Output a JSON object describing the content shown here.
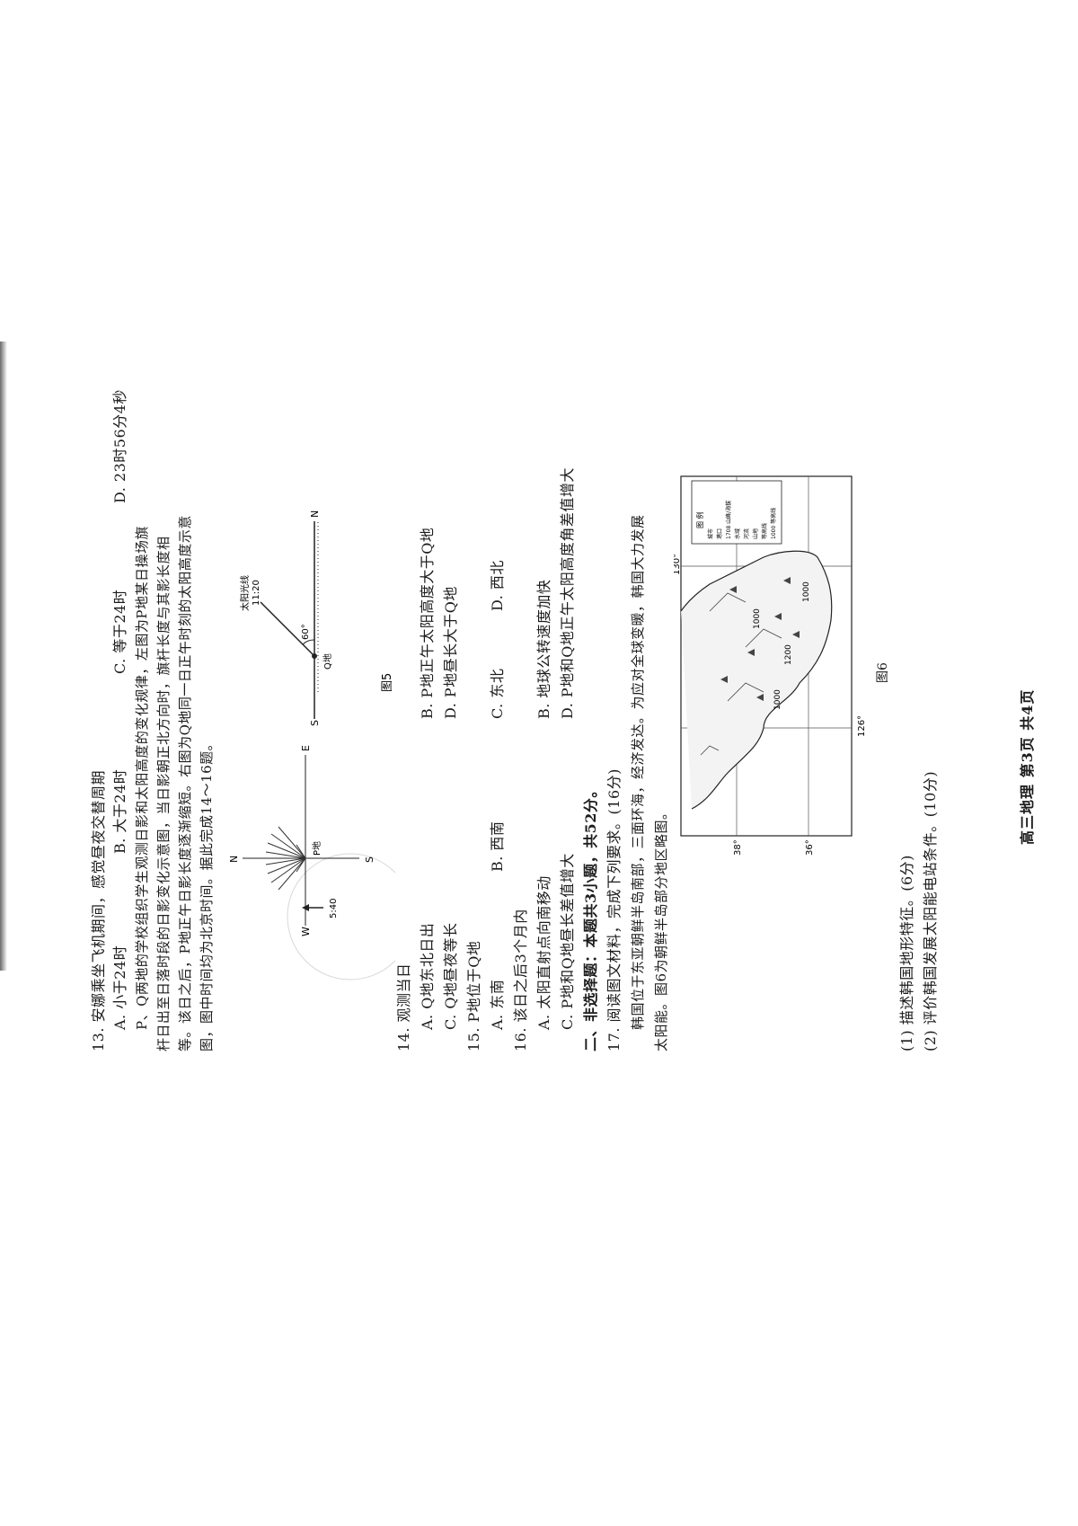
{
  "q13": {
    "stem": "13. 安娜乘坐飞机期间，感觉昼夜交替周期",
    "options": [
      "A. 小于24时",
      "B. 大于24时",
      "C. 等于24时",
      "D. 23时56分4秒"
    ]
  },
  "passage": {
    "line1": "P、Q两地的学校组织学生观测日影和太阳高度的变化规律，左图为P地某日操场旗",
    "line2": "杆日出至日落时段的日影变化示意图，当日影朝正北方向时，旗杆长度与其影长度相",
    "line3": "等。该日之后，P地正午日影长度逐渐缩短。右图为Q地同一日正午时刻的太阳高度示意",
    "line4": "图，图中时间均为北京时间。据此完成14～16题。"
  },
  "fig5": {
    "left": {
      "n": "N",
      "s": "S",
      "w": "W",
      "e": "E",
      "p_label": "P地",
      "time": "5:40"
    },
    "right": {
      "s": "S",
      "n": "N",
      "q_label": "Q地",
      "angle": "60°",
      "sunlight": "太阳光线",
      "time": "11:20"
    },
    "caption": "图5"
  },
  "q14": {
    "stem": "14. 观测当日",
    "a": "A. Q地东北日出",
    "b": "B. P地正午太阳高度大于Q地",
    "c": "C. Q地昼夜等长",
    "d": "D. P地昼长大于Q地"
  },
  "q15": {
    "stem": "15. P地位于Q地",
    "options": [
      "A. 东南",
      "B. 西南",
      "C. 东北",
      "D. 西北"
    ]
  },
  "q16": {
    "stem": "16. 该日之后3个月内",
    "a": "A. 太阳直射点向南移动",
    "b": "B. 地球公转速度加快",
    "c": "C. P地和Q地昼长差值增大",
    "d": "D. P地和Q地正午太阳高度角差值增大"
  },
  "section2": "二、非选择题：本题共3小题，共52分。",
  "q17": {
    "stem": "17. 阅读图文材料，完成下列要求。(16分)",
    "mat1": "韩国位于东亚朝鲜半岛南部，三面环海，经济发达。为应对全球变暖，韩国大力发展",
    "mat2": "太阳能。图6为朝鲜半岛部分地区略图。",
    "q1": "(1) 描述韩国地形特征。(6分)",
    "q2": "(2) 评价韩国发展太阳能电站条件。(10分)"
  },
  "fig6": {
    "lon_126": "126°",
    "lon_130": "130°",
    "lat_38": "38°",
    "lat_36": "36°",
    "elev_1000a": "1000",
    "elev_1000b": "1000",
    "elev_1000c": "1000",
    "elev_1200": "1200",
    "legend_title": "图 例",
    "legend_items": [
      "城市",
      "港口",
      "1708 山峰/海拔",
      "水域",
      "河流",
      "山地",
      "等高线",
      "1000 等高线"
    ],
    "caption": "图6"
  },
  "footer": "高三地理  第3页  共4页"
}
